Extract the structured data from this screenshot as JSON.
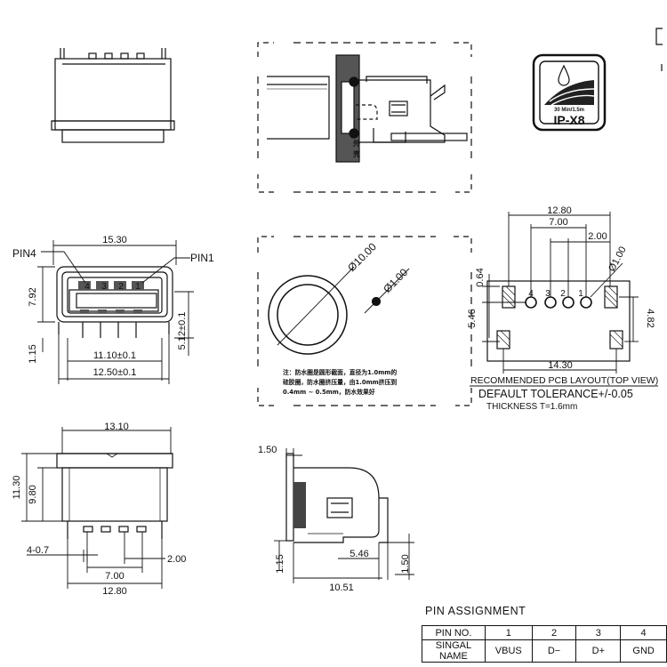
{
  "top_view": {
    "dims": {
      "total_width": "15.30",
      "height": "7.92",
      "foot": "1.15",
      "body_height": "5.12±0.1",
      "inner_width": "11.10±0.1",
      "outer_width": "12.50±0.1"
    },
    "pin4_label": "PIN4",
    "pin1_label": "PIN1",
    "pin_numbers": [
      "4",
      "3",
      "2",
      "1"
    ]
  },
  "section_view": {
    "cn_label_1": "外",
    "cn_label_2": "壳"
  },
  "badge": {
    "rating": "30 Min/1.5m",
    "ip": "IP-X8"
  },
  "seal_view": {
    "dia_big": "Ø10.00",
    "dia_small": "Ø1.00",
    "note_lines": [
      "注：防水圈是圆形截面，直径为1.0mm的",
      "硅胶圈，防水圈挤压量，由1.0mm挤压到",
      "0.4mm ~ 0.5mm，防水效果好"
    ]
  },
  "pcb_layout": {
    "dims": {
      "d1280": "12.80",
      "d700": "7.00",
      "d200": "2.00",
      "dia": "Ø1.00",
      "d064": "0.64",
      "d546": "5.46",
      "d482": "4.82",
      "d1430": "14.30"
    },
    "hole_numbers": [
      "4",
      "3",
      "2",
      "1"
    ],
    "title": "RECOMMENDED PCB LAYOUT(TOP VIEW)",
    "tolerance": "DEFAULT TOLERANCE+/-0.05",
    "thickness": "THICKNESS T=1.6mm"
  },
  "front_view": {
    "dims": {
      "width": "13.10",
      "h1": "11.30",
      "h2": "9.80",
      "pin": "4-0.7",
      "spacing": "7.00",
      "pitch": "2.00",
      "span": "12.80"
    }
  },
  "side_view": {
    "dims": {
      "top": "1.50",
      "left": "1.15",
      "mid": "5.46",
      "right": "1.50",
      "bottom": "10.51"
    }
  },
  "pin_assignment": {
    "title": "PIN ASSIGNMENT",
    "row1_label": "PIN NO.",
    "row2_label": "SINGAL NAME",
    "pins": [
      "1",
      "2",
      "3",
      "4"
    ],
    "signals": [
      "VBUS",
      "D−",
      "D+",
      "GND"
    ]
  }
}
